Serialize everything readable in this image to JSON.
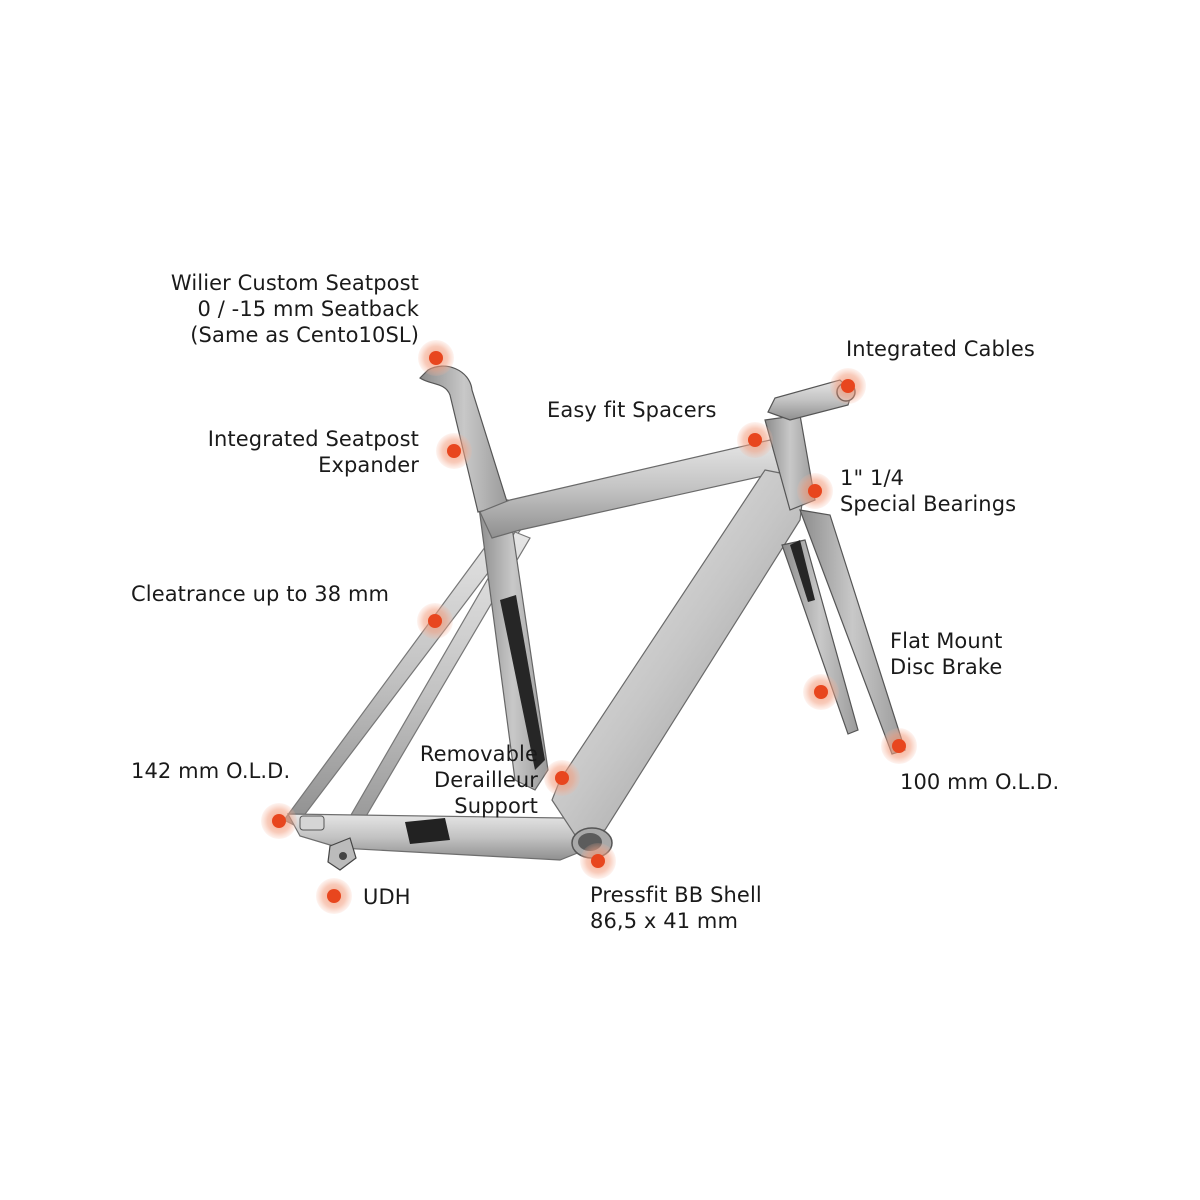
{
  "accent_color": "#e8461e",
  "frame_color": "#b9b9b9",
  "callouts": {
    "seatpost": {
      "line1": "Wilier Custom Seatpost",
      "line2": "0 / -15 mm Seatback",
      "line3": "(Same as Cento10SL)"
    },
    "expander": {
      "line1": "Integrated Seatpost",
      "line2": "Expander"
    },
    "clearance": {
      "line1": "Cleatrance up to 38 mm"
    },
    "old_rear": {
      "line1": "142 mm O.L.D."
    },
    "udh": {
      "line1": "UDH"
    },
    "derailleur": {
      "line1": "Removable",
      "line2": "Derailleur",
      "line3": "Support"
    },
    "bb_shell": {
      "line1": "Pressfit BB Shell",
      "line2": "86,5 x 41 mm"
    },
    "cables": {
      "line1": "Integrated Cables"
    },
    "spacers": {
      "line1": "Easy fit Spacers"
    },
    "bearings": {
      "line1": "1\" 1/4",
      "line2": "Special Bearings"
    },
    "disc_brake": {
      "line1": "Flat Mount",
      "line2": "Disc Brake"
    },
    "old_front": {
      "line1": "100 mm O.L.D."
    }
  }
}
